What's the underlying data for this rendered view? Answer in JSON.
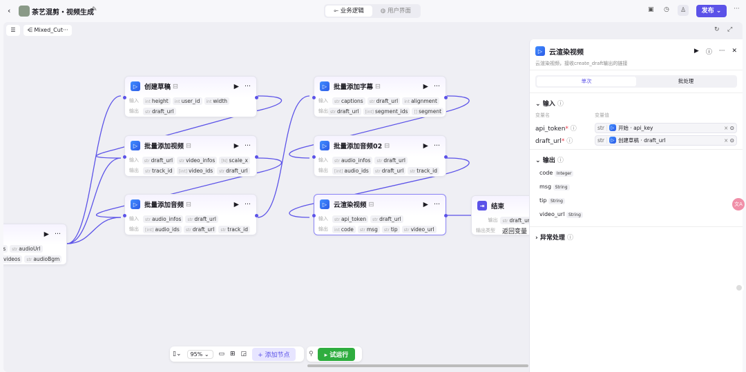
{
  "header": {
    "title": "茶艺混剪・视频生成",
    "tabs": [
      {
        "label": "业务逻辑",
        "active": true
      },
      {
        "label": "用户界面",
        "active": false
      }
    ],
    "publish": "发布"
  },
  "canvas": {
    "workflow_name": "Mixed_Cut···",
    "zoom": "95%",
    "add_node": "添加节点",
    "test_run": "试运行"
  },
  "nodes": {
    "start": {
      "in": [
        {
          "t": "",
          "n": "nes"
        },
        {
          "t": "str",
          "n": "audioUrl"
        }
      ],
      "out": [
        {
          "t": "str",
          "n": "videos"
        },
        {
          "t": "str",
          "n": "audioBgm"
        }
      ]
    },
    "create_draft": {
      "title": "创建草稿",
      "in": [
        {
          "t": "int",
          "n": "height"
        },
        {
          "t": "int",
          "n": "user_id"
        },
        {
          "t": "int",
          "n": "width"
        }
      ],
      "out": [
        {
          "t": "str",
          "n": "draft_url"
        }
      ]
    },
    "add_videos": {
      "title": "批量添加视频",
      "in": [
        {
          "t": "str",
          "n": "draft_url"
        },
        {
          "t": "str",
          "n": "video_infos"
        },
        {
          "t": "[N]",
          "n": "scale_x"
        }
      ],
      "out": [
        {
          "t": "str",
          "n": "track_id"
        },
        {
          "t": "[int]",
          "n": "video_ids"
        },
        {
          "t": "str",
          "n": "draft_url"
        }
      ]
    },
    "add_audios": {
      "title": "批量添加音频",
      "in": [
        {
          "t": "str",
          "n": "audio_infos"
        },
        {
          "t": "str",
          "n": "draft_url"
        }
      ],
      "out": [
        {
          "t": "[int]",
          "n": "audio_ids"
        },
        {
          "t": "str",
          "n": "draft_url"
        },
        {
          "t": "str",
          "n": "track_id"
        }
      ]
    },
    "add_captions": {
      "title": "批量添加字幕",
      "in": [
        {
          "t": "str",
          "n": "captions"
        },
        {
          "t": "str",
          "n": "draft_url"
        },
        {
          "t": "int",
          "n": "alignment"
        }
      ],
      "out": [
        {
          "t": "str",
          "n": "draft_url"
        },
        {
          "t": "[int]",
          "n": "segment_ids"
        },
        {
          "t": "[]",
          "n": "segment"
        }
      ]
    },
    "add_audios02": {
      "title": "批量添加音频02",
      "in": [
        {
          "t": "str",
          "n": "audio_infos"
        },
        {
          "t": "str",
          "n": "draft_url"
        }
      ],
      "out": [
        {
          "t": "[int]",
          "n": "audio_ids"
        },
        {
          "t": "str",
          "n": "draft_url"
        },
        {
          "t": "str",
          "n": "track_id"
        }
      ]
    },
    "render": {
      "title": "云渲染视频",
      "in": [
        {
          "t": "str",
          "n": "api_token"
        },
        {
          "t": "str",
          "n": "draft_url"
        }
      ],
      "out": [
        {
          "t": "int",
          "n": "code"
        },
        {
          "t": "str",
          "n": "msg"
        },
        {
          "t": "str",
          "n": "tip"
        },
        {
          "t": "str",
          "n": "video_url"
        }
      ]
    },
    "end": {
      "title": "结束",
      "out_label": "输出",
      "out_var": "draft_url",
      "out_type_label": "输出类型",
      "out_type": "返回变量"
    }
  },
  "labels": {
    "in": "输入",
    "out": "输出"
  },
  "panel": {
    "title": "云渲染视频",
    "desc": "云渲染视频，接收create_draft输出的链接",
    "tabs": [
      "单次",
      "批处理"
    ],
    "input_title": "输入",
    "col_name": "变量名",
    "col_value": "变量值",
    "inputs": [
      {
        "name": "api_token",
        "type": "str",
        "src": "开始",
        "var": "api_key"
      },
      {
        "name": "draft_url",
        "type": "str",
        "src": "创建草稿",
        "var": "draft_url"
      }
    ],
    "output_title": "输出",
    "outputs": [
      {
        "name": "code",
        "type": "Integer"
      },
      {
        "name": "msg",
        "type": "String"
      },
      {
        "name": "tip",
        "type": "String"
      },
      {
        "name": "video_url",
        "type": "String"
      }
    ],
    "exception": "异常处理"
  },
  "colors": {
    "accent": "#5b52e8",
    "run": "#2fad3f"
  }
}
